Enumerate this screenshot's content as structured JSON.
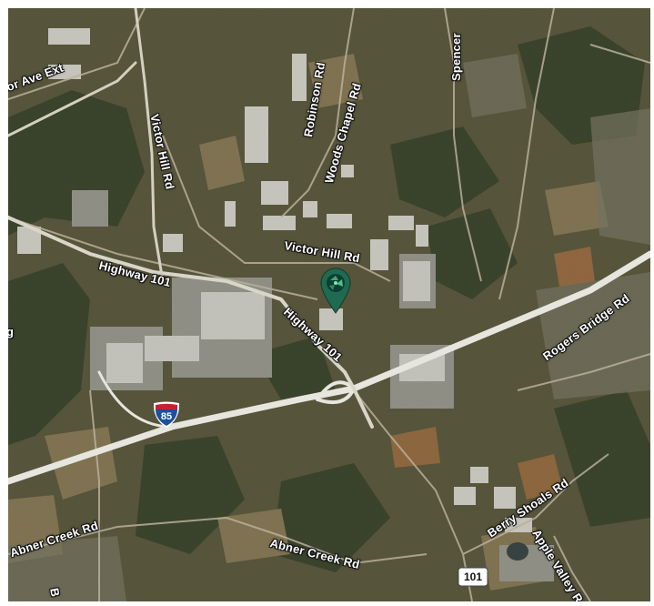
{
  "map": {
    "labels": [
      {
        "id": "victor-ave-ext",
        "text": "or Ave Ext"
      },
      {
        "id": "victor-hill-rd-vertical",
        "text": "Victor Hill Rd"
      },
      {
        "id": "robinson-rd",
        "text": "Robinson Rd"
      },
      {
        "id": "woods-chapel-rd",
        "text": "Woods Chapel Rd"
      },
      {
        "id": "spencer-rd",
        "text": "Spencer"
      },
      {
        "id": "highway-101-west",
        "text": "Highway 101"
      },
      {
        "id": "victor-hill-rd-east",
        "text": "Victor Hill Rd"
      },
      {
        "id": "highway-101-diagonal",
        "text": "Highway 101"
      },
      {
        "id": "rogers-bridge-rd",
        "text": "Rogers Bridge Rd"
      },
      {
        "id": "abner-creek-rd-west",
        "text": "Abner Creek Rd"
      },
      {
        "id": "abner-creek-rd-south",
        "text": "Abner Creek Rd"
      },
      {
        "id": "berry-shoals-rd",
        "text": "Berry Shoals Rd"
      },
      {
        "id": "apple-valley-rd",
        "text": "Apple Valley R"
      },
      {
        "id": "edge-b",
        "text": "B"
      },
      {
        "id": "edge-g",
        "text": "g"
      }
    ],
    "shields": {
      "interstate": "85",
      "state_route": "101"
    },
    "colors": {
      "terrain": "#4a4a34",
      "forest": "#2f3a24",
      "field": "#8a7a55",
      "road": "#e4e4dc",
      "pin": "#1f6b52",
      "interstate_blue": "#1b4fa0",
      "interstate_red": "#c8202f"
    },
    "icons": [
      "location-pin-icon",
      "interstate-shield-icon",
      "route-shield-icon"
    ]
  }
}
